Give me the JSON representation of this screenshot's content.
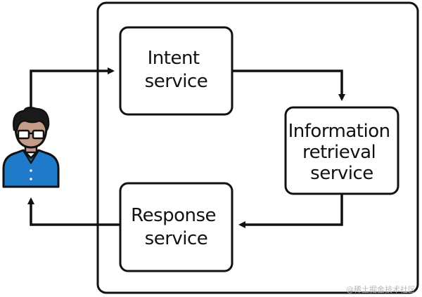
{
  "nodes": {
    "intent_service": {
      "line1": "Intent",
      "line2": "service"
    },
    "information_retrieval_service": {
      "line1": "Information",
      "line2": "retrieval",
      "line3": "service"
    },
    "response_service": {
      "line1": "Response",
      "line2": "service"
    }
  },
  "edges": [
    {
      "from": "user",
      "to": "intent_service"
    },
    {
      "from": "intent_service",
      "to": "information_retrieval_service"
    },
    {
      "from": "information_retrieval_service",
      "to": "response_service"
    },
    {
      "from": "response_service",
      "to": "user"
    }
  ],
  "icons": {
    "user": "user-avatar-icon"
  },
  "colors": {
    "stroke": "#111111",
    "user_shirt": "#1f7ac9",
    "user_skin": "#c49a88",
    "user_hair": "#1a1a1a"
  },
  "watermark": "@稀土掘金技术社区"
}
